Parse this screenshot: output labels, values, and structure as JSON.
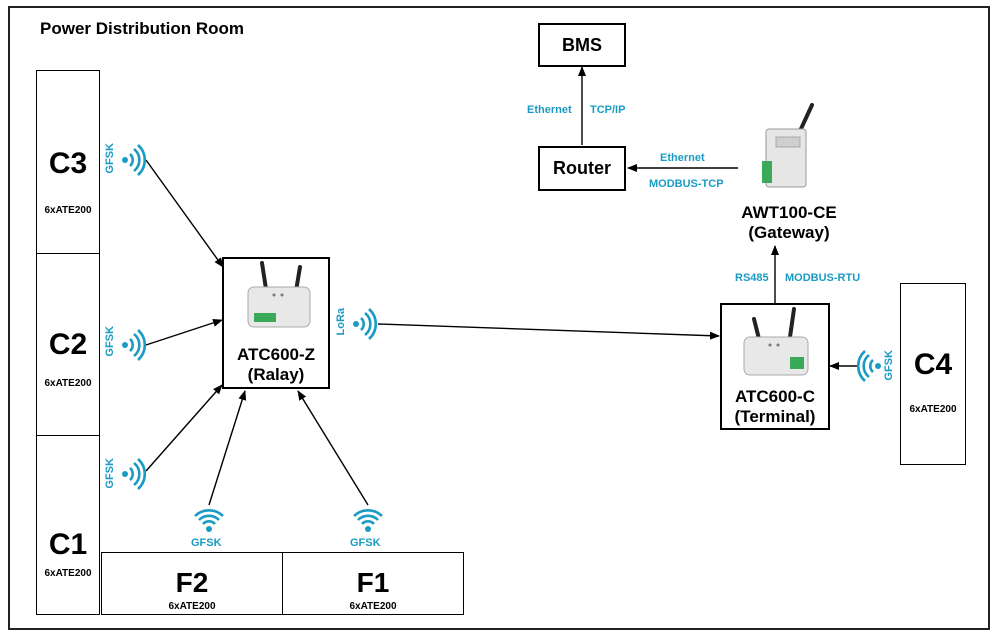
{
  "title": "Power Distribution Room",
  "panels": {
    "c3": {
      "name": "C3",
      "sub": "6xATE200"
    },
    "c2": {
      "name": "C2",
      "sub": "6xATE200"
    },
    "c1": {
      "name": "C1",
      "sub": "6xATE200"
    },
    "f2": {
      "name": "F2",
      "sub": "6xATE200"
    },
    "f1": {
      "name": "F1",
      "sub": "6xATE200"
    },
    "c4": {
      "name": "C4",
      "sub": "6xATE200"
    }
  },
  "devices": {
    "relay": {
      "line1": "ATC600-Z",
      "line2": "(Ralay)"
    },
    "terminal": {
      "line1": "ATC600-C",
      "line2": "(Terminal)"
    },
    "gateway": {
      "line1": "AWT100-CE",
      "line2": "(Gateway)"
    }
  },
  "nodes": {
    "bms": "BMS",
    "router": "Router"
  },
  "link_labels": {
    "gfsk": "GFSK",
    "lora": "LoRa",
    "ethernet": "Ethernet",
    "tcpip": "TCP/IP",
    "modbus_tcp": "MODBUS-TCP",
    "rs485": "RS485",
    "modbus_rtu": "MODBUS-RTU"
  },
  "colors": {
    "accent": "#1a9bc3",
    "line": "#000000"
  },
  "icons": [
    "wireless-signal-icon",
    "wifi-icon",
    "wireless-module-icon",
    "gateway-device-icon"
  ]
}
